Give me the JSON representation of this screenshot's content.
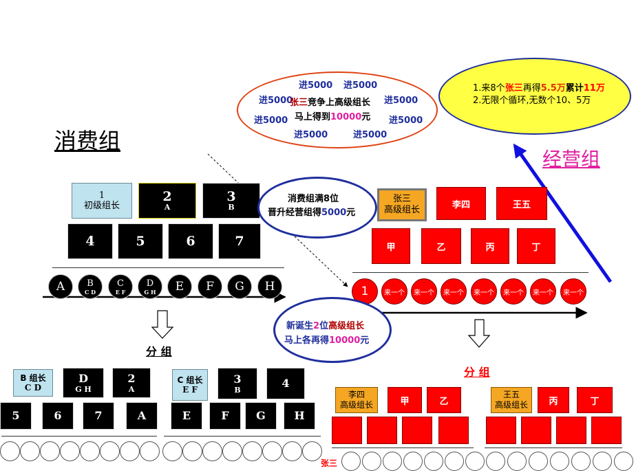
{
  "titles": {
    "consumer_group": "消费组",
    "business_group": "经营组",
    "split_left": "分 组",
    "split_right": "分 组"
  },
  "consumer_top_row": [
    {
      "num": "1",
      "sub": "初级组长"
    },
    {
      "num": "2",
      "sub": "A"
    },
    {
      "num": "3",
      "sub": "B"
    }
  ],
  "consumer_second_row": [
    "4",
    "5",
    "6",
    "7"
  ],
  "consumer_circles": [
    {
      "big": "A",
      "small": ""
    },
    {
      "big": "B",
      "small": "C D"
    },
    {
      "big": "C",
      "small": "E F"
    },
    {
      "big": "D",
      "small": "G H"
    },
    {
      "big": "E",
      "small": ""
    },
    {
      "big": "F",
      "small": ""
    },
    {
      "big": "G",
      "small": ""
    },
    {
      "big": "H",
      "small": ""
    }
  ],
  "bubble_promo": {
    "line1": "消费组满8位",
    "line2_pre": "晋升经营组得",
    "line2_num": "5000",
    "line2_post": "元"
  },
  "bubble_top": {
    "items": [
      "进5000",
      "进5000",
      "进5000",
      "进5000",
      "进5000",
      "进5000",
      "进5000",
      "进5000"
    ],
    "line1_name": "张三",
    "line1_rest": "竞争上高级组长",
    "line2_pre": "马上得到",
    "line2_num": "10000",
    "line2_post": "元"
  },
  "bubble_yellow": {
    "line1_a": "1.来8个",
    "line1_b": "张三",
    "line1_c": "再得",
    "line1_d": "5.5万",
    "line1_e": "累计",
    "line1_f": "11万",
    "line2": "2.无限个循环,无数个10、5万"
  },
  "bubble_new": {
    "line1_a": "新诞生",
    "line1_b": "2",
    "line1_c": "位",
    "line1_d": "高级组长",
    "line2_pre": "马上各再得",
    "line2_num": "10000",
    "line2_post": "元"
  },
  "business_top": {
    "leader_name": "张三",
    "leader_title": "高级组长",
    "members": [
      "李四",
      "王五"
    ]
  },
  "business_second": [
    "甲",
    "乙",
    "丙",
    "丁"
  ],
  "business_circles": {
    "first": "1",
    "others": [
      "来一个",
      "来一个",
      "来一个",
      "来一个",
      "来一个",
      "来一个",
      "来一个"
    ]
  },
  "split_left_a": {
    "leader": {
      "line1": "B 组长",
      "line2": "C D"
    },
    "top": [
      {
        "big": "D",
        "small": "G H"
      },
      {
        "big": "2",
        "small": "A"
      }
    ],
    "bottom": [
      "5",
      "6",
      "7",
      "A"
    ]
  },
  "split_left_b": {
    "leader": {
      "line1": "C 组长",
      "line2": "E F"
    },
    "top": [
      {
        "big": "3",
        "small": "B"
      },
      {
        "big": "4",
        "small": ""
      }
    ],
    "bottom": [
      "E",
      "F",
      "G",
      "H"
    ]
  },
  "split_right_a": {
    "leader": {
      "name": "李四",
      "title": "高级组长"
    },
    "top": [
      "甲",
      "乙"
    ]
  },
  "split_right_b": {
    "leader": {
      "name": "王五",
      "title": "高级组长"
    },
    "top": [
      "丙",
      "丁"
    ]
  },
  "bottom_label": "张三"
}
